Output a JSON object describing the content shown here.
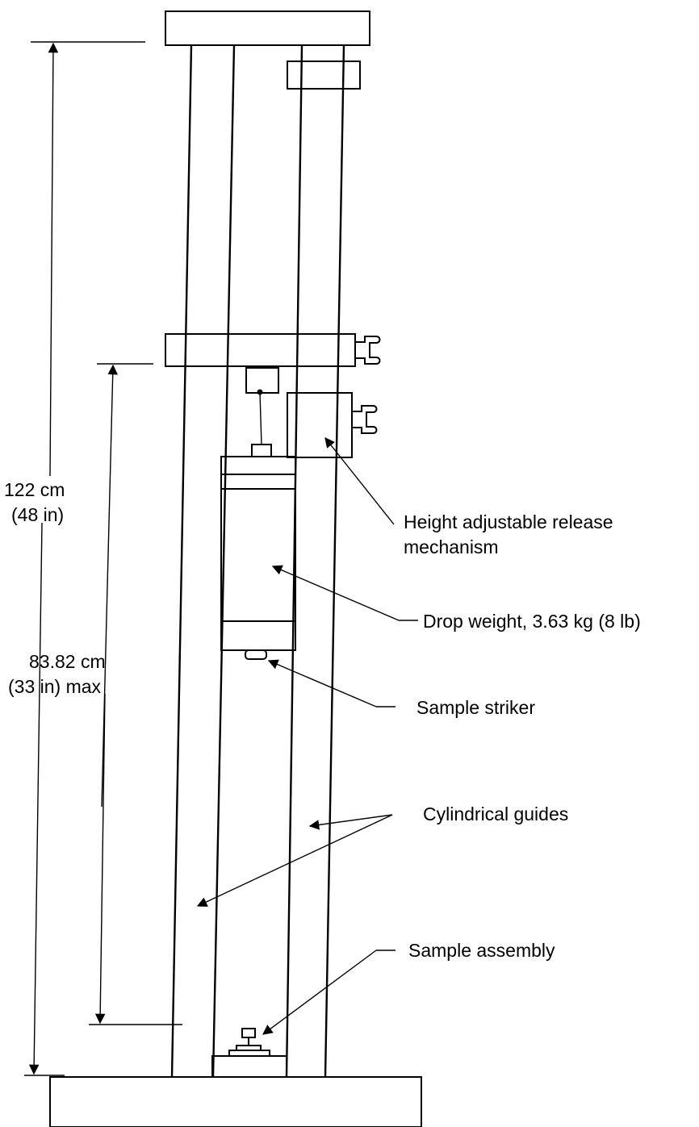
{
  "labels": {
    "total_height_value": "122 cm",
    "total_height_in": "(48 in)",
    "drop_height_value": "83.82 cm",
    "drop_height_in": "(33 in) max",
    "release_line1": "Height adjustable release",
    "release_line2": "mechanism",
    "drop_weight": "Drop weight, 3.63 kg (8 lb)",
    "sample_striker": "Sample striker",
    "cylindrical_guides": "Cylindrical guides",
    "sample_assembly": "Sample assembly"
  },
  "colors": {
    "ink": "#000000",
    "paper": "#ffffff"
  }
}
